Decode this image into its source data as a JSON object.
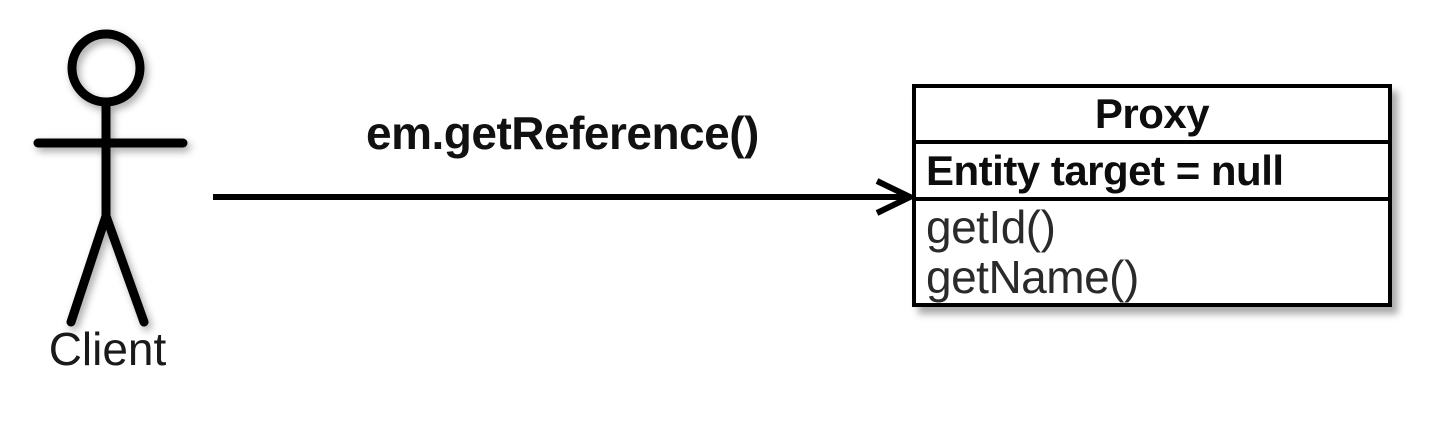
{
  "diagram": {
    "type": "uml-class-interaction",
    "background_color": "#ffffff",
    "stroke_color": "#000000"
  },
  "actor": {
    "name": "Client",
    "icon": "stick-figure-actor-icon"
  },
  "message": {
    "label": "em.getReference()",
    "direction": "actor-to-class",
    "arrow_style": "open-arrowhead"
  },
  "class_box": {
    "name": "Proxy",
    "attributes": [
      "Entity target = null"
    ],
    "operations": [
      "getId()",
      "getName()"
    ]
  }
}
